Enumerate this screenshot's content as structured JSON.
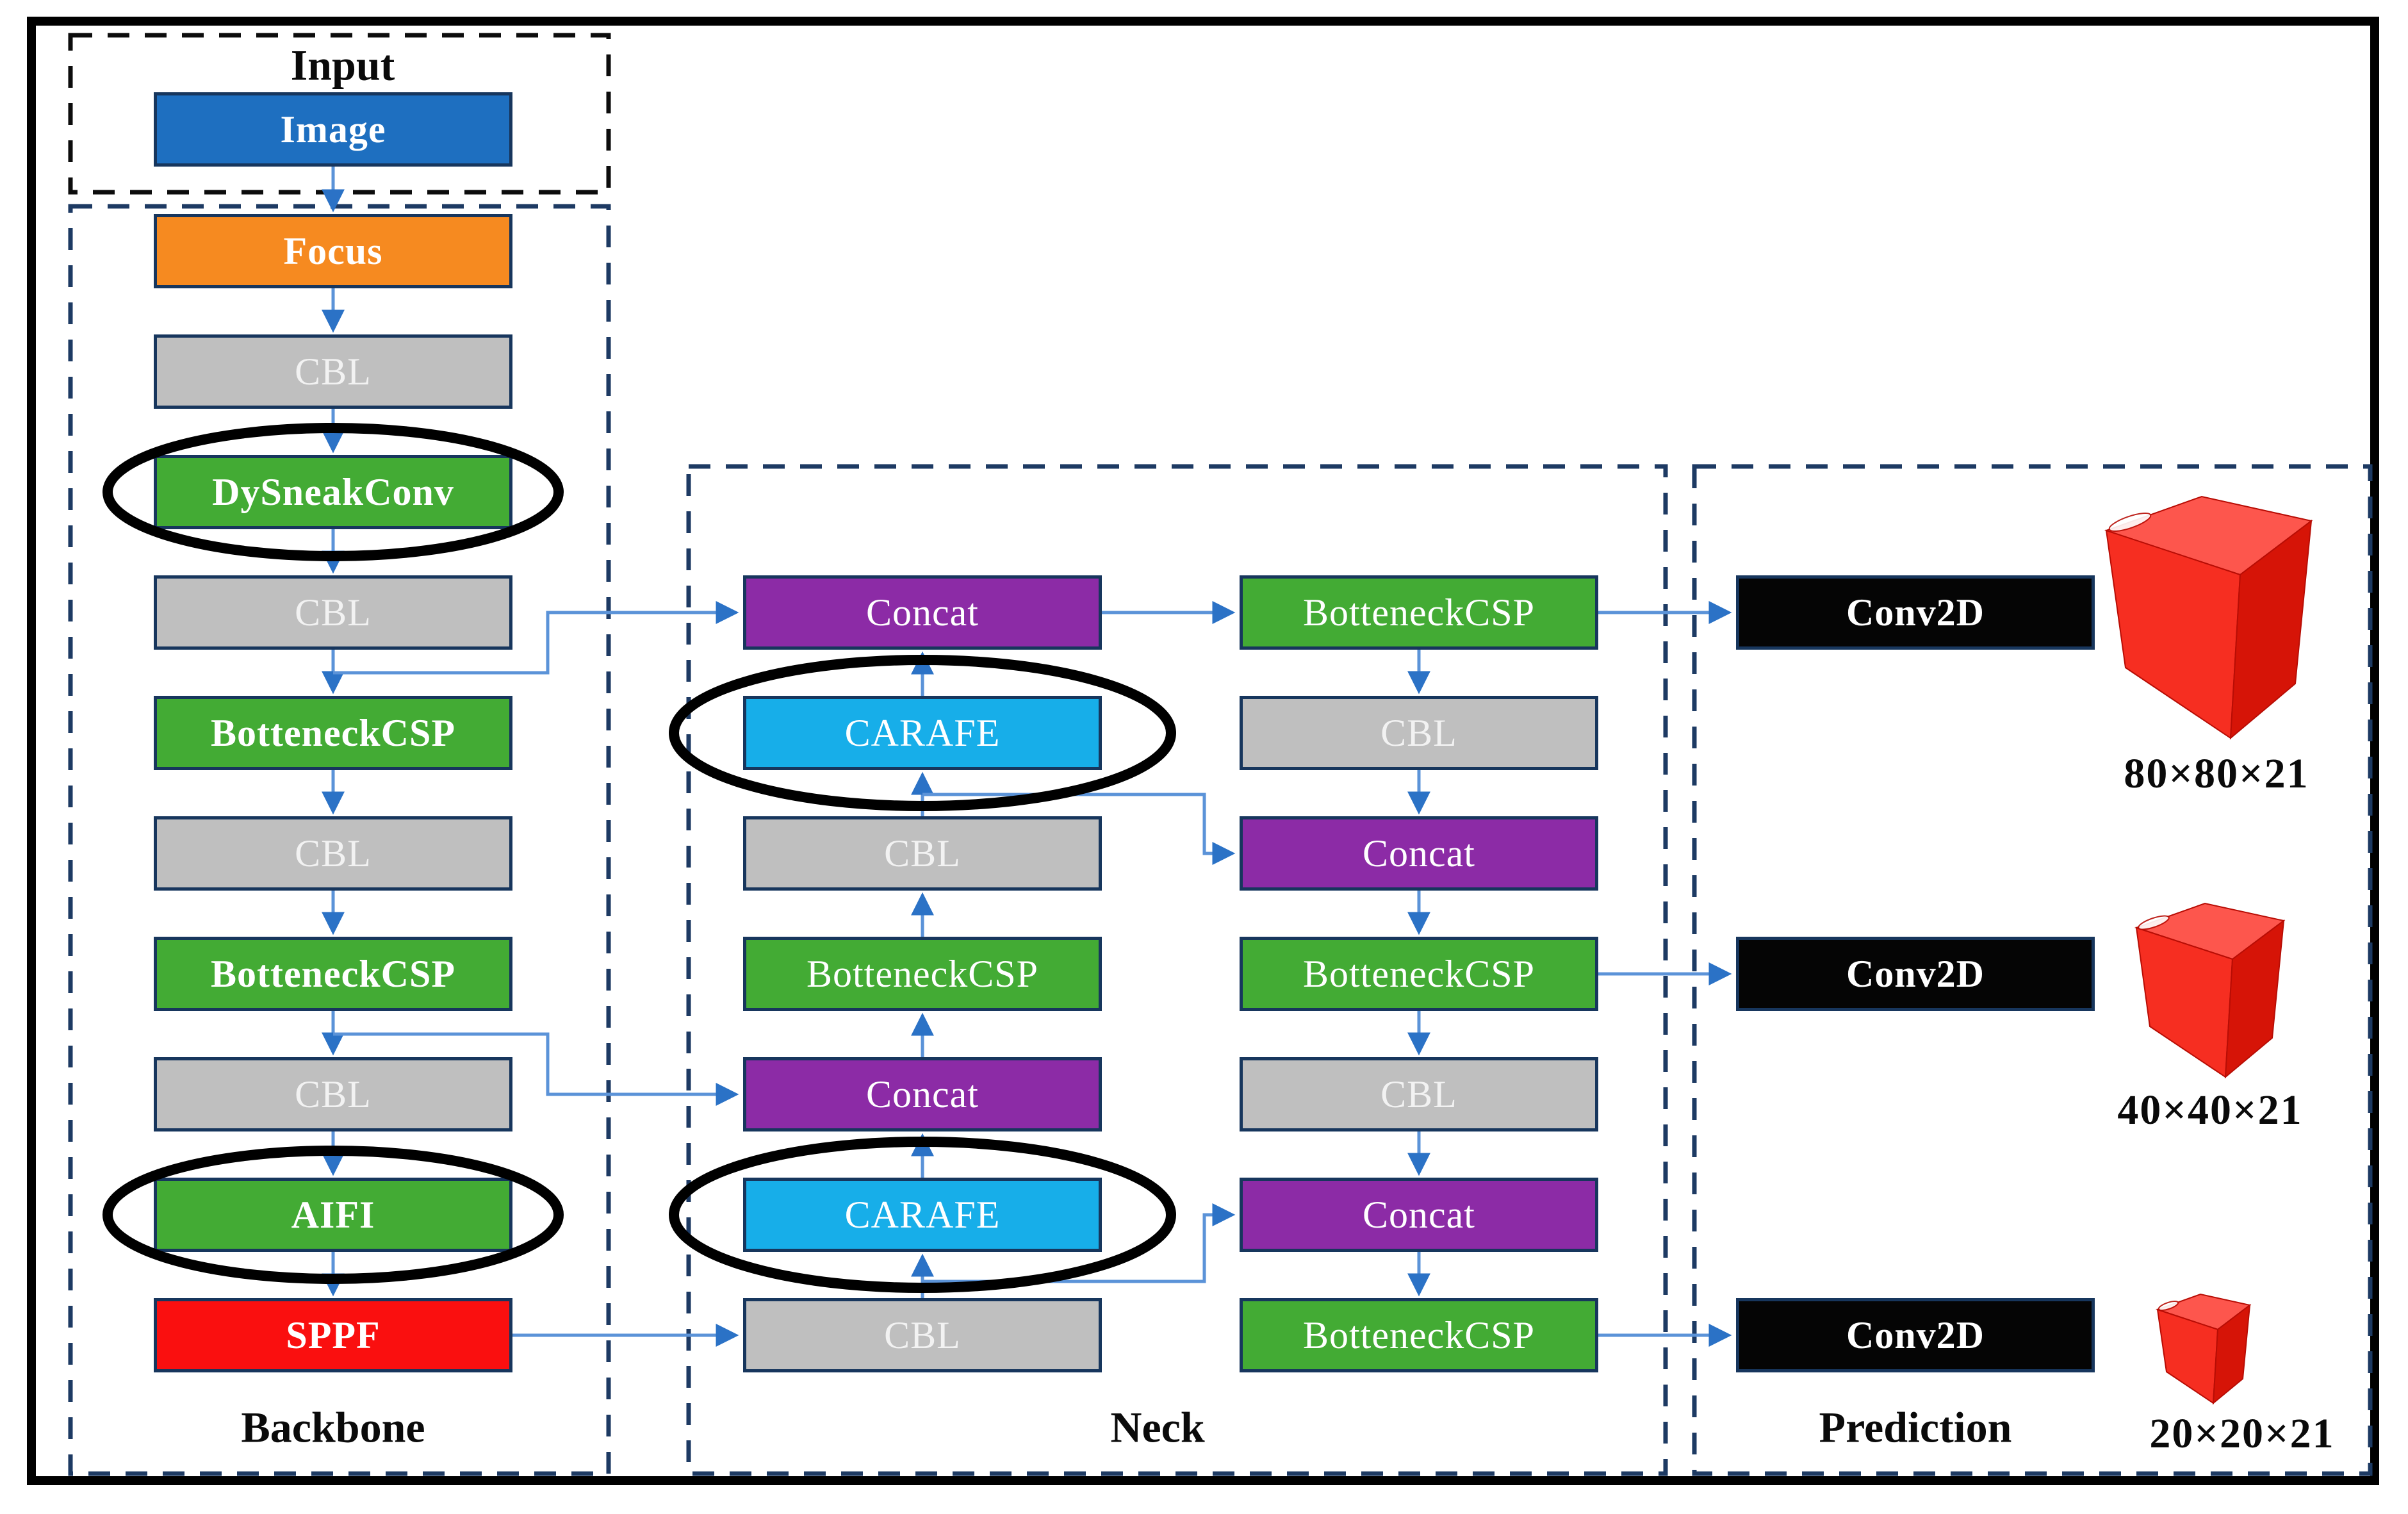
{
  "sections": {
    "input": {
      "title": "Input",
      "node": "Image"
    },
    "backbone": {
      "title": "Backbone",
      "nodes": [
        {
          "label": "Focus"
        },
        {
          "label": "CBL"
        },
        {
          "label": "DySneakConv",
          "circled": true
        },
        {
          "label": "CBL"
        },
        {
          "label": "BotteneckCSP"
        },
        {
          "label": "CBL"
        },
        {
          "label": "BotteneckCSP"
        },
        {
          "label": "CBL"
        },
        {
          "label": "AIFI",
          "circled": true
        },
        {
          "label": "SPPF"
        }
      ]
    },
    "neck": {
      "title": "Neck",
      "up_path": [
        {
          "label": "Concat"
        },
        {
          "label": "CARAFE",
          "circled": true
        },
        {
          "label": "CBL"
        },
        {
          "label": "BotteneckCSP"
        },
        {
          "label": "Concat"
        },
        {
          "label": "CARAFE",
          "circled": true
        },
        {
          "label": "CBL"
        }
      ],
      "down_path": [
        {
          "label": "BotteneckCSP"
        },
        {
          "label": "CBL"
        },
        {
          "label": "Concat"
        },
        {
          "label": "BotteneckCSP"
        },
        {
          "label": "CBL"
        },
        {
          "label": "Concat"
        },
        {
          "label": "BotteneckCSP"
        }
      ]
    },
    "prediction": {
      "title": "Prediction",
      "heads": [
        {
          "op": "Conv2D",
          "output_size": "80×80×21"
        },
        {
          "op": "Conv2D",
          "output_size": "40×40×21"
        },
        {
          "op": "Conv2D",
          "output_size": "20×20×21"
        }
      ]
    }
  },
  "highlighted_modules": [
    "DySneakConv",
    "AIFI",
    "CARAFE",
    "CARAFE"
  ],
  "colors": {
    "image_blue": "#1e6fc0",
    "focus_orange": "#f68a20",
    "cbl_gray": "#bfbfbf",
    "module_green": "#43ab34",
    "concat_purple": "#8c2ba6",
    "carafe_cyan": "#17aee9",
    "sppf_red": "#fa0f0f",
    "conv2d_black": "#050505",
    "box_border_navy": "#17365d",
    "arrow_blue": "#5b93d8",
    "arrowhead_blue": "#2b72c6",
    "highlight_ring_black": "#000000",
    "cube_red": "#f62e21"
  }
}
